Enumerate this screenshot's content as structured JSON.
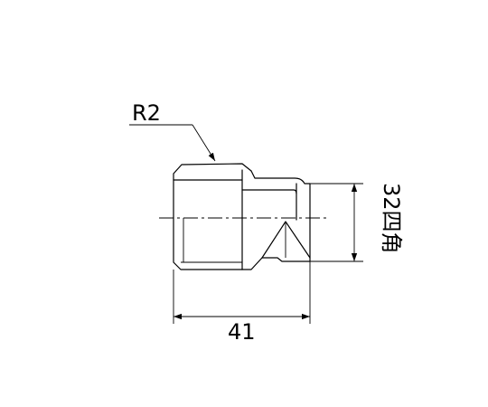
{
  "labels": {
    "thread": "R2",
    "length": "41",
    "square": "32四角"
  },
  "colors": {
    "line": "#000000",
    "background": "#ffffff"
  }
}
